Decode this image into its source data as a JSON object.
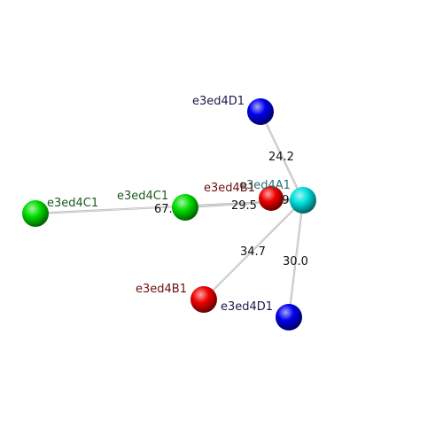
{
  "atoms": [
    {
      "id": "a1",
      "label": "e3ed4A1",
      "color": "#00dede",
      "label_color": "#2a6f6f"
    },
    {
      "id": "b1_near",
      "label": "e3ed4B1",
      "color": "#ee0000",
      "label_color": "#6b1010"
    },
    {
      "id": "c1_mid",
      "label": "e3ed4C1",
      "color": "#00dd00",
      "label_color": "#1e5a1e"
    },
    {
      "id": "c1_far",
      "label": "e3ed4C1",
      "color": "#00dd00",
      "label_color": "#1e5a1e"
    },
    {
      "id": "d1_top",
      "label": "e3ed4D1",
      "color": "#0000ee",
      "label_color": "#1a1a4a"
    },
    {
      "id": "b1_low",
      "label": "e3ed4B1",
      "color": "#ee0000",
      "label_color": "#6b1010"
    },
    {
      "id": "d1_low",
      "label": "e3ed4D1",
      "color": "#0000ee",
      "label_color": "#1a1a4a"
    }
  ],
  "distances": [
    {
      "id": "a1_d1top",
      "from": "a1",
      "to": "d1_top",
      "label": "24.2"
    },
    {
      "id": "a1_c1far",
      "from": "a1",
      "to": "c1_far",
      "label": "67."
    },
    {
      "id": "a1_b1near_partial",
      "from": "a1",
      "to": "c1_mid",
      "label": "29.5"
    },
    {
      "id": "a1_b1near",
      "from": "a1",
      "to": "b1_near",
      "label": "29."
    },
    {
      "id": "a1_b1low",
      "from": "a1",
      "to": "b1_low",
      "label": "34.7"
    },
    {
      "id": "a1_d1low",
      "from": "a1",
      "to": "d1_low",
      "label": "30.0"
    }
  ]
}
